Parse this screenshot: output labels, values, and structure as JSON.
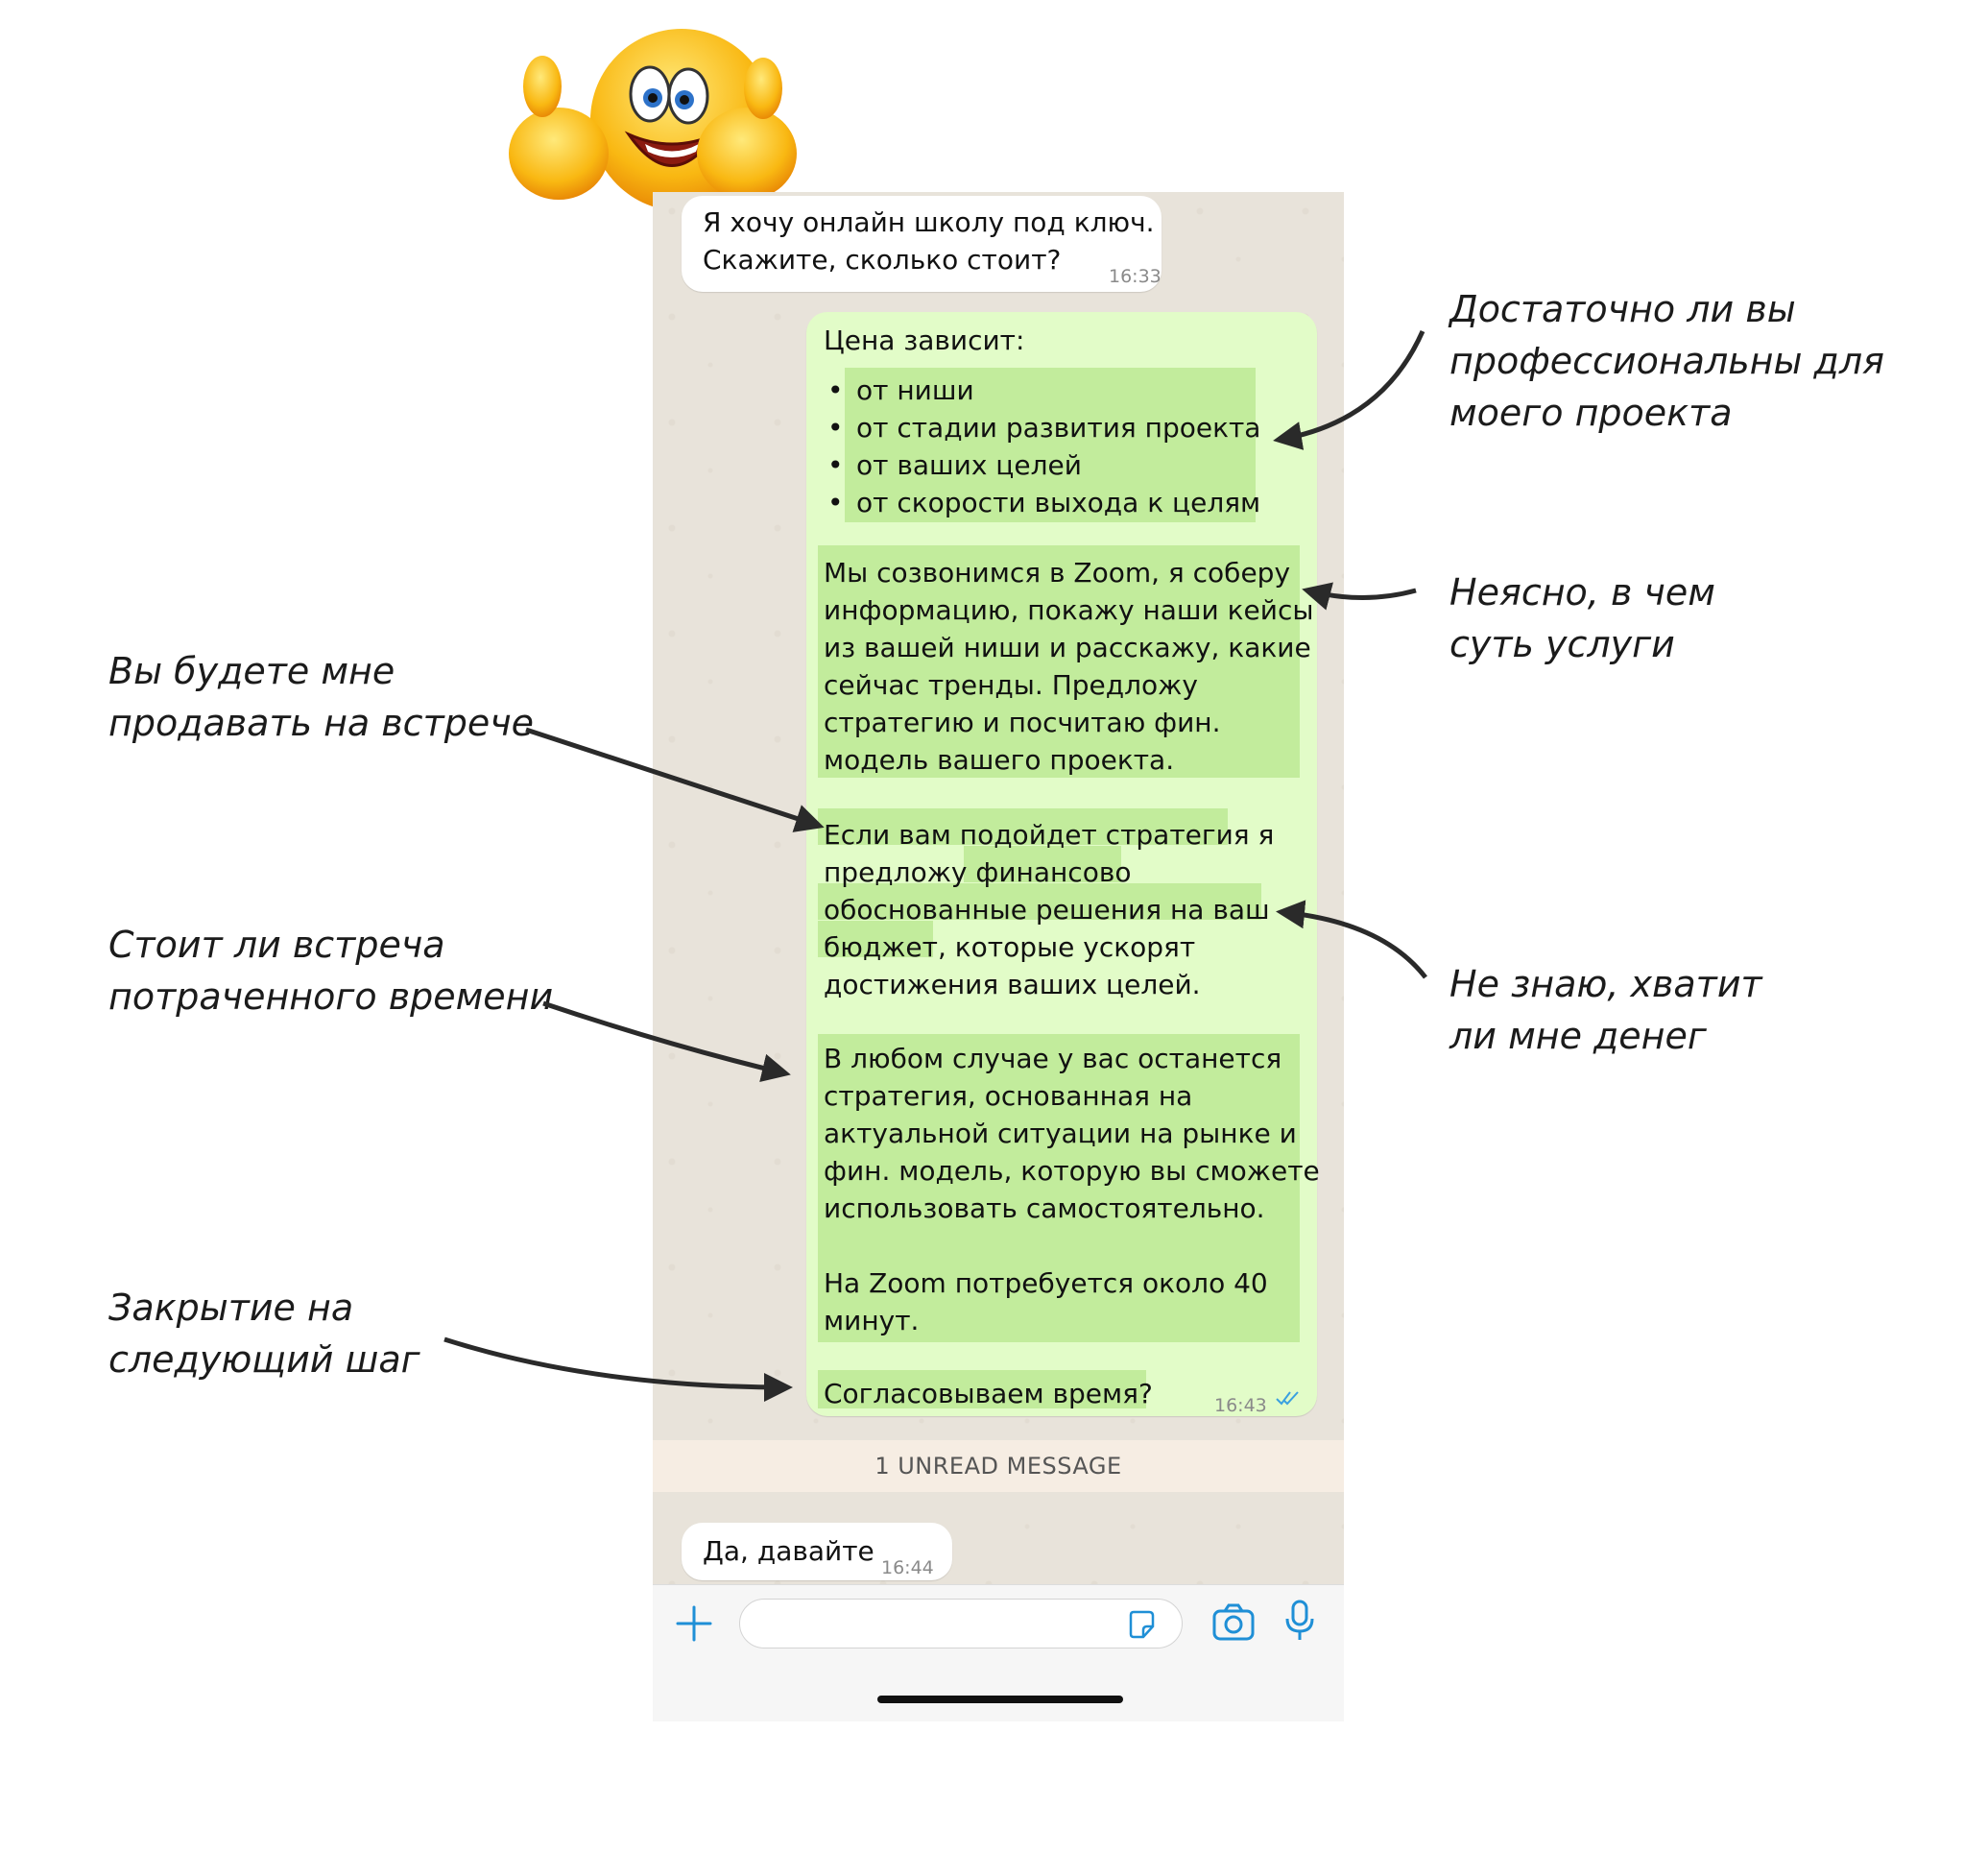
{
  "chat": {
    "msg1": {
      "line1": "Я хочу онлайн школу под ключ.",
      "line2": "Скажите, сколько стоит?",
      "time": "16:33"
    },
    "reply": {
      "intro": "Цена зависит:",
      "bullets": [
        "от ниши",
        "от стадии развития проекта",
        "от ваших целей",
        "от скорости выхода к целям"
      ],
      "p1": [
        "Мы созвонимся в Zoom, я соберу",
        "информацию, покажу наши кейсы",
        "из вашей ниши и расскажу, какие",
        "сейчас тренды. Предложу",
        "стратегию и посчитаю фин.",
        "модель вашего проекта."
      ],
      "p2_l1a": "Если вам подойдет стратегия",
      "p2_l1b": " я",
      "p2_l2a": "предложу ",
      "p2_l2b": "финансово",
      "p2_l3": "обоснованные решения на ваш",
      "p2_l4a": "бюджет,",
      "p2_l4b": " которые ускорят",
      "p2_l5": "достижения ваших целей.",
      "p3": [
        "В любом случае у вас останется",
        "стратегия, основанная на",
        "актуальной ситуации на рынке и",
        "фин. модель, которую вы сможете",
        "использовать самостоятельно."
      ],
      "p4": [
        "На Zoom потребуется около 40",
        "минут."
      ],
      "closing": "Согласовываем время?",
      "time": "16:43"
    },
    "unread": "1 UNREAD MESSAGE",
    "msg2": {
      "text": "Да, давайте",
      "time": "16:44"
    }
  },
  "input": {
    "plus_icon": "plus-icon",
    "sticker_icon": "sticker-icon",
    "camera_icon": "camera-icon",
    "mic_icon": "microphone-icon"
  },
  "annotations": {
    "a1": [
      "Достаточно ли вы",
      "профессиональны для",
      "моего проекта"
    ],
    "a2": [
      "Неясно, в чем",
      "суть услуги"
    ],
    "a3": [
      "Вы будете мне",
      "продавать на встрече"
    ],
    "a4": [
      "Стоит ли встреча",
      "потраченного времени"
    ],
    "a5": [
      "Не знаю, хватит",
      "ли мне денег"
    ],
    "a6": [
      "Закрытие на",
      "следующий шаг"
    ]
  },
  "colors": {
    "out_bubble": "#e2fcc8",
    "highlight": "#c2ec9c",
    "accent": "#1f8fd6",
    "background": "#e8e3da"
  }
}
